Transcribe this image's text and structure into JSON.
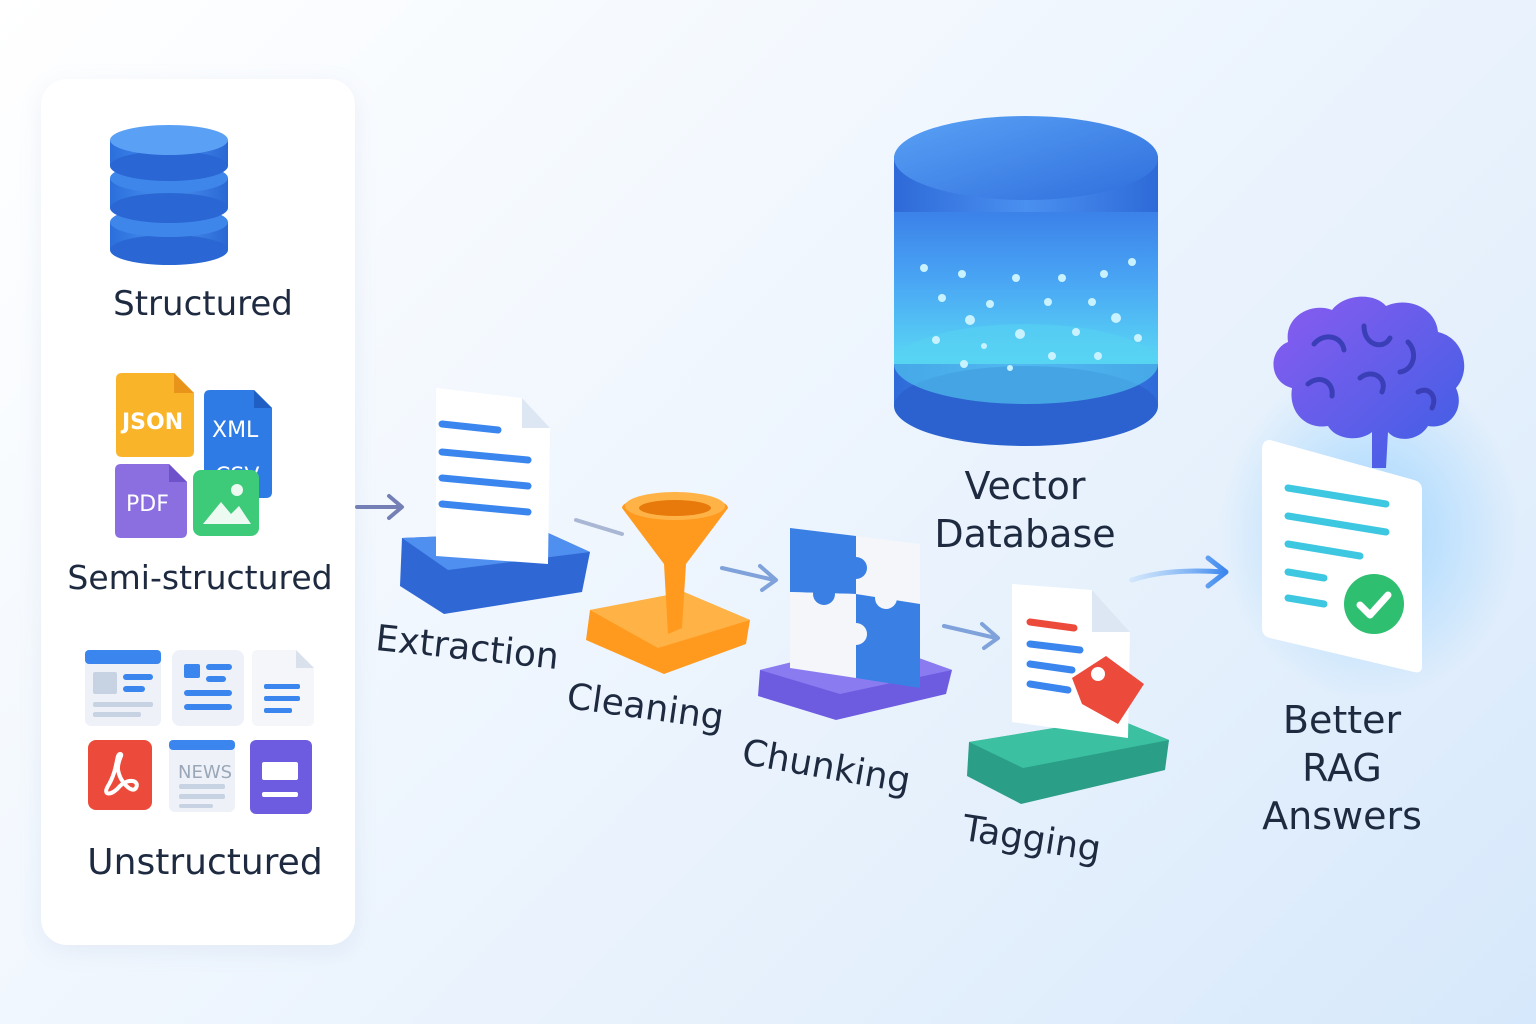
{
  "sources": {
    "structured": "Structured",
    "semi_structured": "Semi-structured",
    "unstructured": "Unstructured",
    "semi_icons": {
      "json": "JSON",
      "xml": "XML",
      "csv": "CSV",
      "pdf": "PDF"
    },
    "unstructured_icons": {
      "news": "NEWS"
    }
  },
  "pipeline": {
    "extraction": "Extraction",
    "cleaning": "Cleaning",
    "chunking": "Chunking",
    "tagging": "Tagging"
  },
  "vector_db": {
    "line1": "Vector",
    "line2": "Database"
  },
  "result": {
    "line1": "Better",
    "line2": "RAG",
    "line3": "Answers"
  },
  "colors": {
    "blue": "#2f7ae5",
    "orange": "#ff9a1f",
    "purple": "#6d5ce0",
    "teal": "#2cae94",
    "red": "#ec4b3c",
    "green": "#2fbf71"
  }
}
